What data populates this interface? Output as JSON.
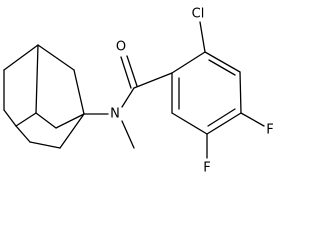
{
  "molecule": {
    "atom_labels": {
      "oxygen": "O",
      "chlorine": "Cl",
      "nitrogen": "N",
      "fluorine_4": "F",
      "fluorine_5": "F"
    },
    "colors": {
      "bond": "#000000",
      "label": "#000000",
      "background": "#ffffff"
    }
  }
}
